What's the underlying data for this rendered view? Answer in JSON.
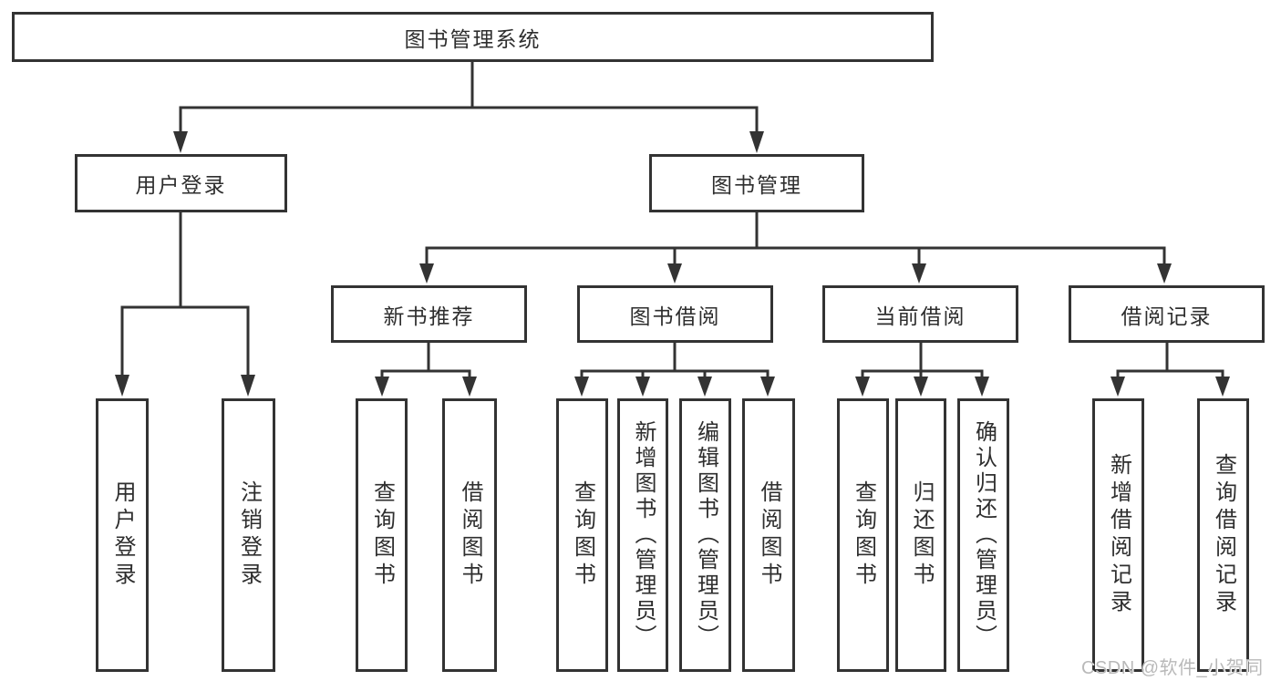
{
  "tree": {
    "root": {
      "label": "图书管理系统",
      "children": [
        {
          "label": "用户登录",
          "children": [
            {
              "label": "用户登录"
            },
            {
              "label": "注销登录"
            }
          ]
        },
        {
          "label": "图书管理",
          "children": [
            {
              "label": "新书推荐",
              "children": [
                {
                  "label": "查询图书"
                },
                {
                  "label": "借阅图书"
                }
              ]
            },
            {
              "label": "图书借阅",
              "children": [
                {
                  "label": "查询图书"
                },
                {
                  "label": "新增图书（管理员）"
                },
                {
                  "label": "编辑图书（管理员）"
                },
                {
                  "label": "借阅图书"
                }
              ]
            },
            {
              "label": "当前借阅",
              "children": [
                {
                  "label": "查询图书"
                },
                {
                  "label": "归还图书"
                },
                {
                  "label": "确认归还（管理员）"
                }
              ]
            },
            {
              "label": "借阅记录",
              "children": [
                {
                  "label": "新增借阅记录"
                },
                {
                  "label": "查询借阅记录"
                }
              ]
            }
          ]
        }
      ]
    }
  },
  "colors": {
    "line": "#333333",
    "text": "#2e2e2e",
    "background": "#ffffff",
    "watermark": "#b9b9b9"
  },
  "watermark": {
    "text": "CSDN @软件_小贺同学"
  }
}
